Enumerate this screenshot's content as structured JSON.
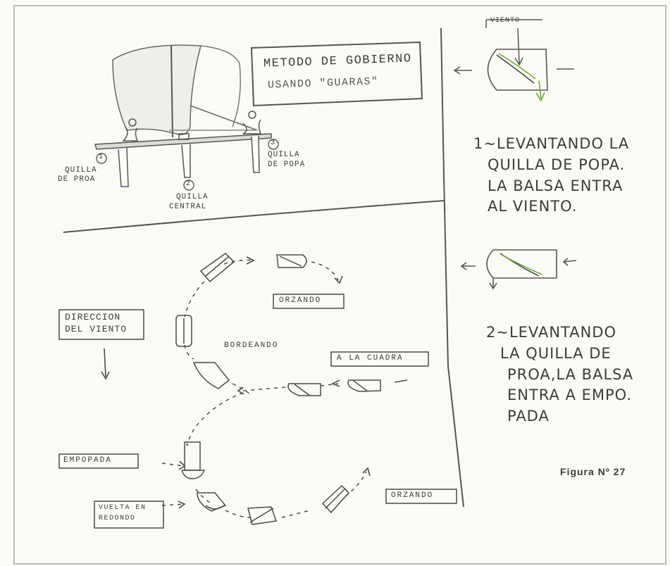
{
  "title": {
    "line1": "METODO DE GOBIERNO",
    "line2": "USANDO \"GUARAS\""
  },
  "raft": {
    "keel_proa": {
      "number": "1",
      "line1": "QUILLA",
      "line2": "DE PROA"
    },
    "keel_central": {
      "number": "2",
      "line1": "QUILLA",
      "line2": "CENTRAL"
    },
    "keel_popa": {
      "number": "3",
      "line1": "QUILLA",
      "line2": "DE POPA"
    }
  },
  "wind_tag": "VIENTO",
  "step1": {
    "lines": [
      "1~LEVANTANDO LA",
      "QUILLA DE POPA.",
      "LA BALSA ENTRA",
      "AL VIENTO."
    ]
  },
  "step2": {
    "lines": [
      "2~LEVANTANDO",
      "LA QUILLA DE",
      "PROA,LA BALSA",
      "ENTRA A EMPO.",
      "PADA"
    ]
  },
  "maneuvers": {
    "wind_direction": {
      "line1": "DIRECCION",
      "line2": "DEL VIENTO"
    },
    "orzando_top": "ORZANDO",
    "bordeando": "BORDEANDO",
    "a_la_cuadra": "A LA CUADRA",
    "empopada": "EMPOPADA",
    "vuelta": {
      "line1": "VUELTA EN",
      "line2": "REDONDO"
    },
    "orzando_bottom": "ORZANDO"
  },
  "caption": "Figura Nº 27",
  "colors": {
    "ink": "#3a3a3a",
    "green": "#6fa83a",
    "paper": "#fbfbf6"
  }
}
